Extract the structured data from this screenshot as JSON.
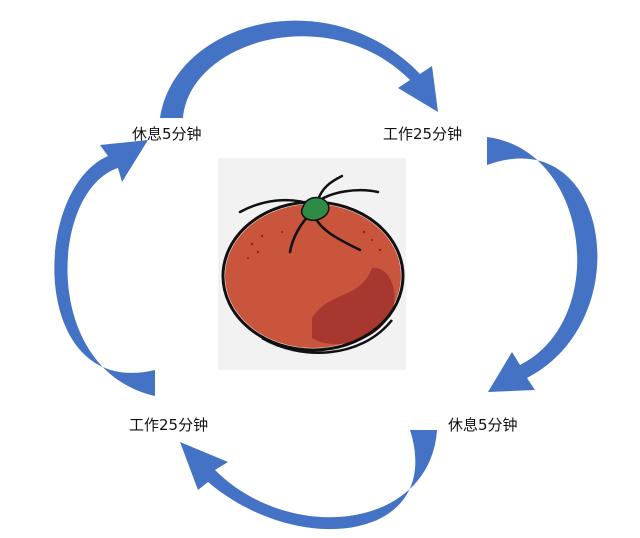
{
  "colors": {
    "arrow": "#4472c4",
    "background": "#ffffff",
    "tomato": "#c9553c",
    "tomato_shade": "#a8382f",
    "leaf": "#2f8a45",
    "image_bg": "#f2f2f2"
  },
  "cycle": {
    "top_left_label": "休息5分钟",
    "top_right_label": "工作25分钟",
    "bottom_left_label": "工作25分钟",
    "bottom_right_label": "休息5分钟"
  },
  "center_image": "tomato-illustration"
}
